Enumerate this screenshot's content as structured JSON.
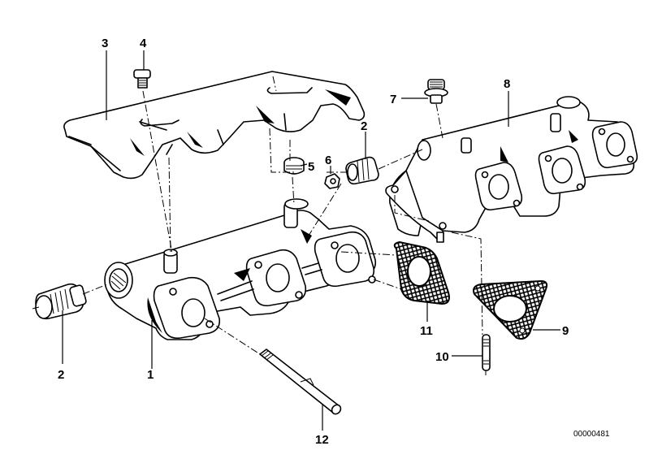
{
  "diagram": {
    "title": "Exhaust manifold assembly",
    "reference_number": "00000481",
    "callouts": [
      {
        "id": "c1",
        "label": "1",
        "part": "exhaust-manifold-front"
      },
      {
        "id": "c2a",
        "label": "2",
        "part": "threaded-fitting-left"
      },
      {
        "id": "c2b",
        "label": "2",
        "part": "threaded-fitting-center"
      },
      {
        "id": "c3",
        "label": "3",
        "part": "heat-shield"
      },
      {
        "id": "c4",
        "label": "4",
        "part": "hex-bolt"
      },
      {
        "id": "c5",
        "label": "5",
        "part": "threaded-plug"
      },
      {
        "id": "c6",
        "label": "6",
        "part": "hex-nut"
      },
      {
        "id": "c7",
        "label": "7",
        "part": "plug-with-washer"
      },
      {
        "id": "c8",
        "label": "8",
        "part": "exhaust-manifold-rear"
      },
      {
        "id": "c9",
        "label": "9",
        "part": "triangular-gasket"
      },
      {
        "id": "c10",
        "label": "10",
        "part": "stud"
      },
      {
        "id": "c11",
        "label": "11",
        "part": "flange-gasket"
      },
      {
        "id": "c12",
        "label": "12",
        "part": "long-stud"
      }
    ]
  },
  "colors": {
    "ink": "#000000",
    "paper": "#ffffff"
  }
}
